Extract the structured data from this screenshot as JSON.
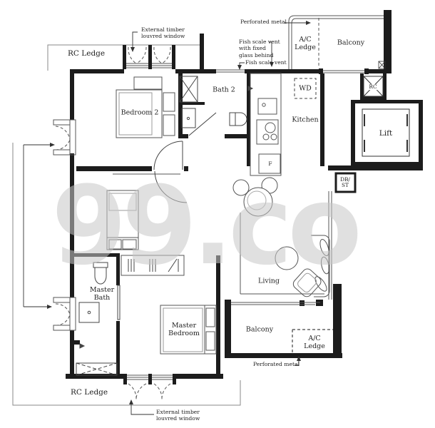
{
  "watermark": "99.co",
  "rooms": {
    "rc_ledge_top": "RC Ledge",
    "bedroom2": "Bedroom 2",
    "bath2": "Bath 2",
    "kitchen": "Kitchen",
    "wd": "WD",
    "ac_ledge_top": "A/C\nLedge",
    "balcony_top": "Balcony",
    "rc": "RC",
    "lift": "Lift",
    "db_st": "DB/\nST",
    "fridge": "F",
    "living": "Living",
    "master_bath": "Master\nBath",
    "master_bedroom": "Master\nBedroom",
    "balcony_bottom": "Balcony",
    "ac_ledge_bottom": "A/C\nLedge",
    "rc_ledge_bottom": "RC Ledge"
  },
  "annotations": {
    "ext_window_top": "External timber\nlouvred window",
    "perforated_top": "Perforated metal",
    "fish_vent_glass": "Fish scale vent\nwith fixed\nglass behind",
    "fish_vent": "Fish scale vent",
    "perforated_bottom": "Perforated metal",
    "ext_window_bottom": "External timber\nlouvred window"
  }
}
